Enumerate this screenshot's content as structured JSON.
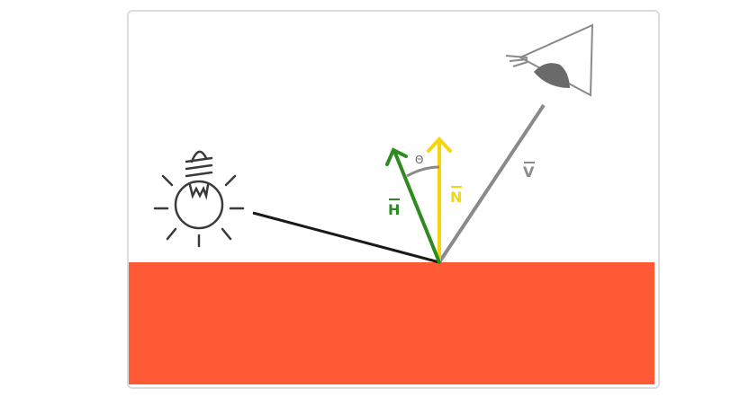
{
  "diagram": {
    "labels": {
      "halfway": "H",
      "normal": "N",
      "view": "V",
      "angle": "Θ"
    },
    "colors": {
      "surface": "#fe5a36",
      "card_border": "#dcdde0",
      "halfway": "#2e8b22",
      "normal": "#f6d50f",
      "view": "#8a8a8a",
      "light_ray": "#1a1a1a",
      "icon": "#3a3a3a"
    },
    "icons": [
      "light-bulb-icon",
      "eye-icon"
    ]
  }
}
